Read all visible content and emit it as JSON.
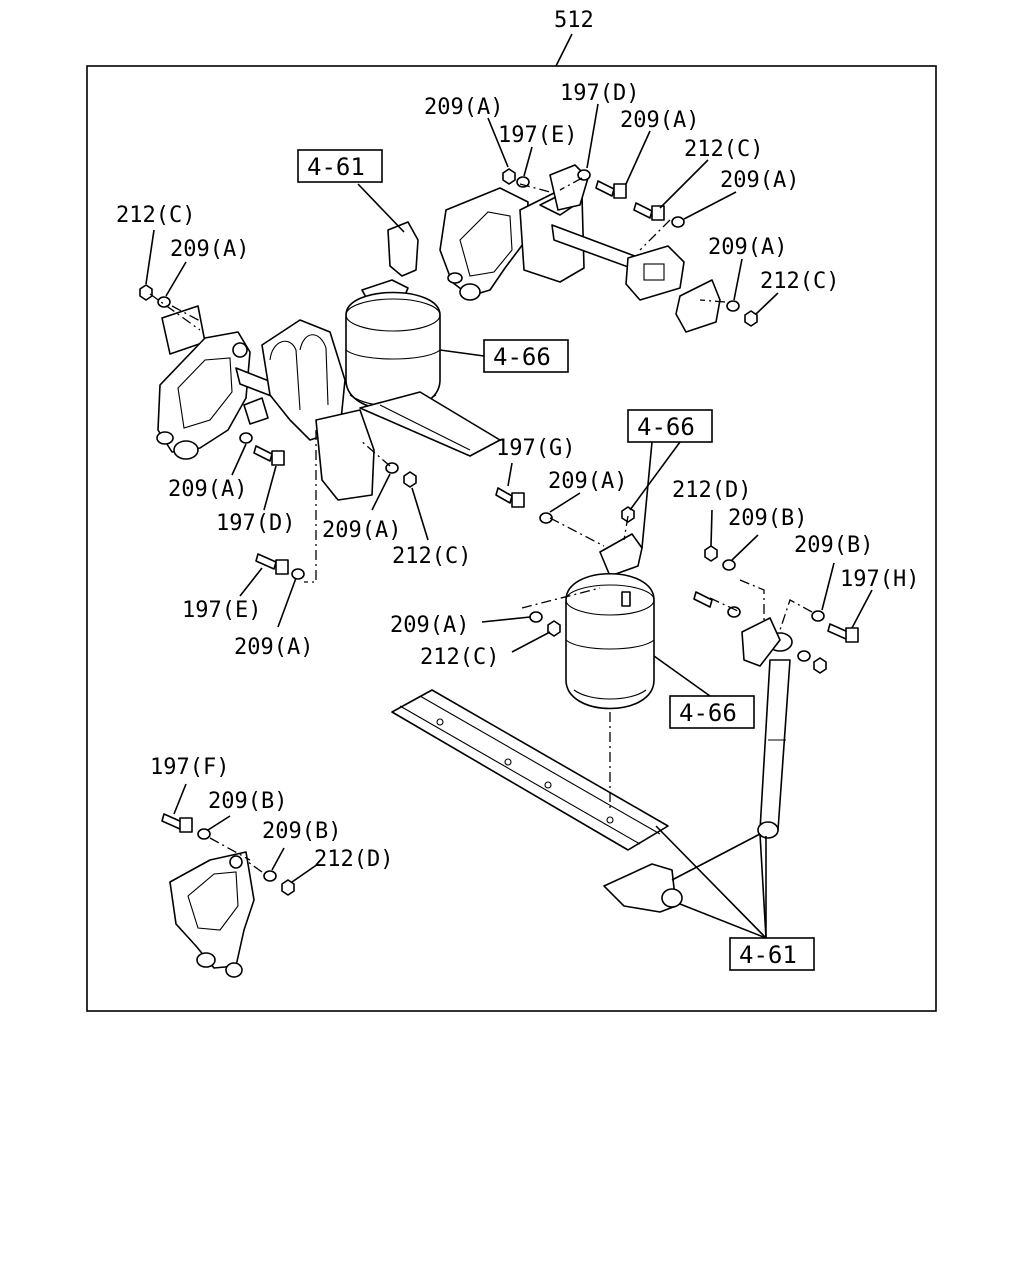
{
  "figure_number": "512",
  "callouts": [
    {
      "id": "c1",
      "text": "212(C)"
    },
    {
      "id": "c2",
      "text": "209(A)"
    },
    {
      "id": "c3",
      "text": "209(A)"
    },
    {
      "id": "c4",
      "text": "197(E)"
    },
    {
      "id": "c5",
      "text": "197(D)"
    },
    {
      "id": "c6",
      "text": "209(A)"
    },
    {
      "id": "c7",
      "text": "212(C)"
    },
    {
      "id": "c8",
      "text": "209(A)"
    },
    {
      "id": "c9",
      "text": "209(A)"
    },
    {
      "id": "c10",
      "text": "212(C)"
    },
    {
      "id": "c11",
      "text": "209(A)"
    },
    {
      "id": "c12",
      "text": "197(D)"
    },
    {
      "id": "c13",
      "text": "209(A)"
    },
    {
      "id": "c14",
      "text": "212(C)"
    },
    {
      "id": "c15",
      "text": "197(G)"
    },
    {
      "id": "c16",
      "text": "209(A)"
    },
    {
      "id": "c17",
      "text": "212(D)"
    },
    {
      "id": "c18",
      "text": "209(B)"
    },
    {
      "id": "c19",
      "text": "209(B)"
    },
    {
      "id": "c20",
      "text": "197(H)"
    },
    {
      "id": "c21",
      "text": "197(E)"
    },
    {
      "id": "c22",
      "text": "209(A)"
    },
    {
      "id": "c23",
      "text": "209(A)"
    },
    {
      "id": "c24",
      "text": "212(C)"
    },
    {
      "id": "c25",
      "text": "197(F)"
    },
    {
      "id": "c26",
      "text": "209(B)"
    },
    {
      "id": "c27",
      "text": "209(B)"
    },
    {
      "id": "c28",
      "text": "212(D)"
    }
  ],
  "references": [
    {
      "id": "r1",
      "text": "4-61"
    },
    {
      "id": "r2",
      "text": "4-66"
    },
    {
      "id": "r3",
      "text": "4-66"
    },
    {
      "id": "r4",
      "text": "4-66"
    },
    {
      "id": "r5",
      "text": "4-61"
    }
  ]
}
